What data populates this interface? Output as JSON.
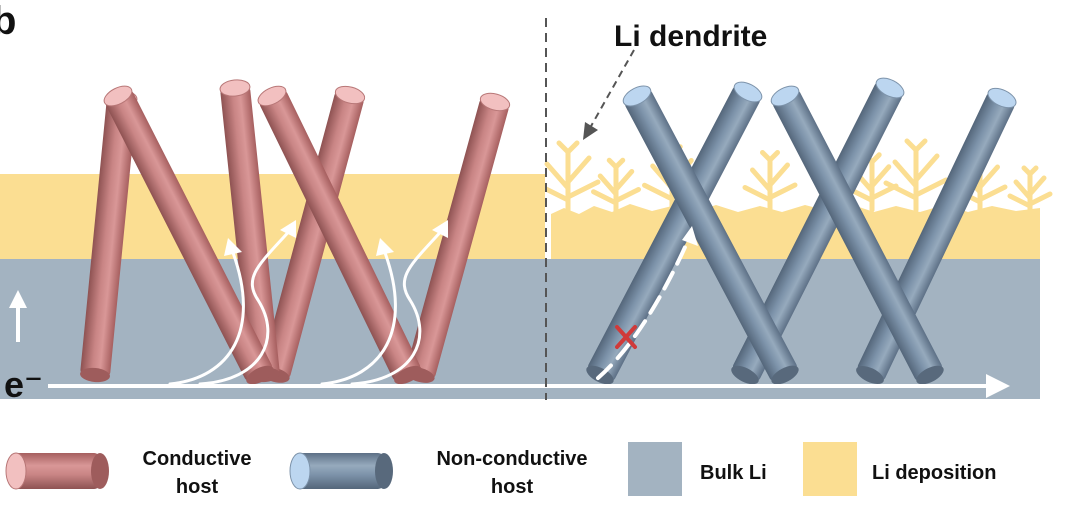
{
  "panel_marker": "b",
  "annotation": {
    "text": "Li dendrite"
  },
  "electron_label": "e⁻",
  "legend": {
    "conductive_host": {
      "line1": "Conductive",
      "line2": "host"
    },
    "non_conductive_host": {
      "line1": "Non-conductive",
      "line2": "host"
    },
    "bulk_li": {
      "label": "Bulk Li"
    },
    "li_deposition": {
      "label": "Li deposition"
    }
  },
  "colors": {
    "conductive_rod": "#c98585",
    "conductive_rod_dark": "#9e5c5c",
    "conductive_cap": "#f2c0c0",
    "nonconductive_rod": "#7d93aa",
    "nonconductive_rod_dark": "#58697c",
    "nonconductive_cap": "#bcd6f0",
    "bulk_li": "#a3b3c1",
    "li_deposition": "#fbde92",
    "arrow": "#ffffff",
    "blocked_mark": "#d03a3a",
    "divider": "#555555"
  },
  "icons": [
    "up-arrow-icon",
    "blocked-x-icon",
    "dendrite-icon",
    "cylinder-icon"
  ]
}
